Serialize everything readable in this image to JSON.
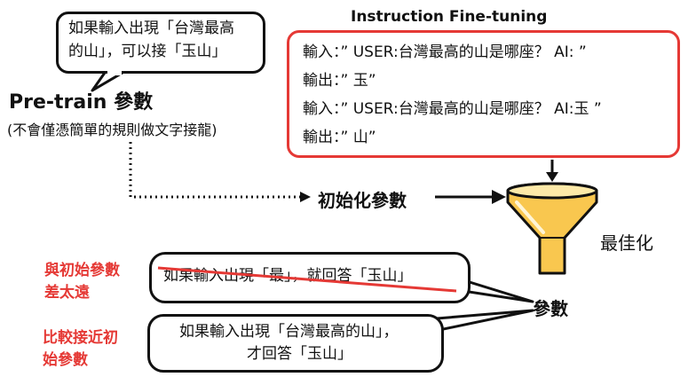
{
  "top_bubble": {
    "line1": "如果輸入出現「台灣最高",
    "line2": "的山」，可以接「玉山」"
  },
  "pretrain": {
    "title": "Pre-train 參數",
    "subtitle": "(不會僅憑簡單的規則做文字接龍)"
  },
  "instruction": {
    "title": "Instruction Fine-tuning",
    "lines": [
      "輸入：” USER:台灣最高的山是哪座？ AI: ”",
      "輸出：” 玉”",
      "輸入：” USER:台灣最高的山是哪座？ AI:玉 ”",
      "輸出：” 山”"
    ]
  },
  "flow": {
    "init_params": "初始化參數",
    "optimize": "最佳化",
    "params": "參數"
  },
  "comparisons": [
    {
      "label_line1": "與初始參數",
      "label_line2": "差太遠",
      "text": "如果輸入出現「最」，就回答「玉山」"
    },
    {
      "label_line1": "比較接近初",
      "label_line2": "始參數",
      "text_line1": "如果輸入出現「台灣最高的山」，",
      "text_line2": "才回答「玉山」"
    }
  ],
  "colors": {
    "accent_red": "#e53935",
    "funnel_fill": "#f9c74f",
    "funnel_light": "#fde9a8",
    "outline": "#111111"
  },
  "icons": [
    "funnel-icon",
    "arrow-right-icon",
    "arrow-down-icon"
  ]
}
